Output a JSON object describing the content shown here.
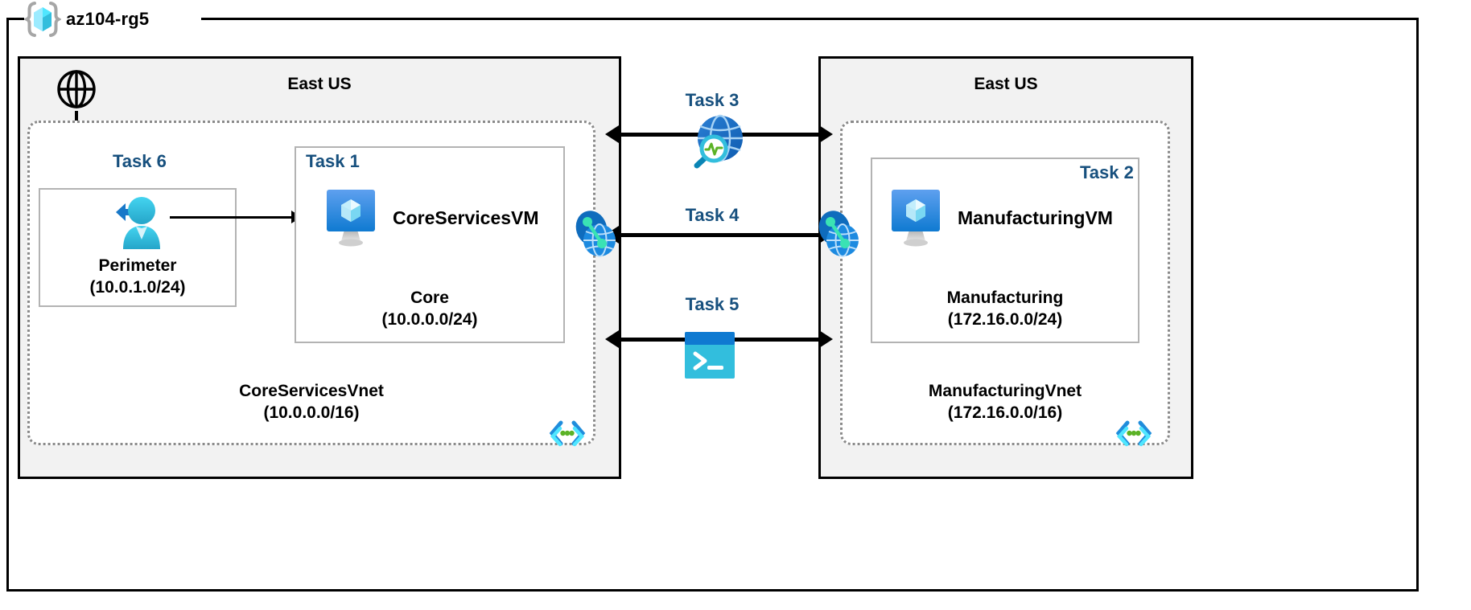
{
  "resource_group": {
    "name": "az104-rg5",
    "icon": "azure-resource-group-icon"
  },
  "regions": [
    {
      "id": "left",
      "label": "East US"
    },
    {
      "id": "right",
      "label": "East US"
    }
  ],
  "vnets": [
    {
      "id": "coreservices",
      "name": "CoreServicesVnet",
      "cidr": "(10.0.0.0/16)",
      "corner_icon": "subnet-brackets-icon",
      "subnets": [
        {
          "id": "perimeter",
          "task": "Task 6",
          "name": "Perimeter",
          "cidr": "(10.0.1.0/24)",
          "icon": "user-access-icon"
        },
        {
          "id": "core",
          "task": "Task 1",
          "name": "Core",
          "cidr": "(10.0.0.0/24)",
          "vm_name": "CoreServicesVM",
          "vm_icon": "virtual-machine-icon"
        }
      ]
    },
    {
      "id": "manufacturing",
      "name": "ManufacturingVnet",
      "cidr": "(172.16.0.0/16)",
      "corner_icon": "subnet-brackets-icon",
      "subnets": [
        {
          "id": "manufacturing",
          "task": "Task 2",
          "name": "Manufacturing",
          "cidr": "(172.16.0.0/24)",
          "vm_name": "ManufacturingVM",
          "vm_icon": "virtual-machine-icon"
        }
      ]
    }
  ],
  "connections": [
    {
      "id": "task3",
      "label": "Task 3",
      "icon": "network-watcher-icon"
    },
    {
      "id": "task4",
      "label": "Task 4",
      "icon": "vnet-peering-icon"
    },
    {
      "id": "task5",
      "label": "Task 5",
      "icon": "cloud-shell-icon"
    }
  ],
  "internet": {
    "icon": "globe-internet-icon"
  },
  "peering_endpoints": [
    {
      "id": "core-peering",
      "icon": "vnet-peering-icon"
    },
    {
      "id": "manu-peering",
      "icon": "vnet-peering-icon"
    }
  ],
  "colors": {
    "task_label": "#17507e",
    "region_fill": "#f2f2f2",
    "vnet_border": "#8a8a8a",
    "subnet_border": "#b3b3b3",
    "azure_blue": "#0078d4",
    "azure_cyan": "#32bedd",
    "accent_green": "#5bb226"
  }
}
